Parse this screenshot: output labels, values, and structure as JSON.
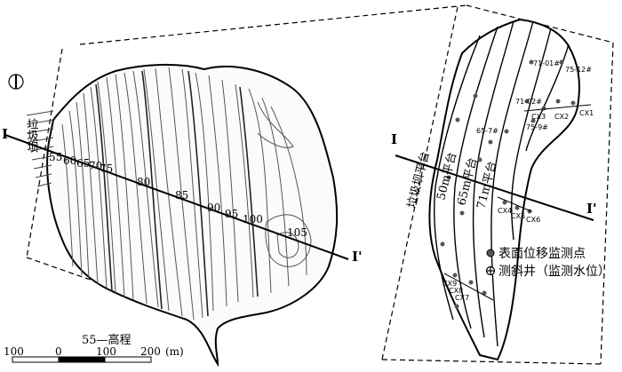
{
  "left_map": {
    "dam_label": "垃圾坝",
    "section_label_left": "I",
    "section_label_right": "I'",
    "contours": [
      "55",
      "60",
      "65",
      "70",
      "75",
      "80",
      "85",
      "90",
      "95",
      "100",
      "105"
    ]
  },
  "right_map": {
    "section_label_left": "I",
    "section_label_right": "I'",
    "platforms": [
      "垃圾坝平台",
      "50m平台",
      "65m平台",
      "71m平台"
    ],
    "points": [
      "71-01#",
      "75-12#",
      "71-02#",
      "CX3",
      "CX2",
      "CX1",
      "75-9#",
      "65-7#",
      "CX4",
      "CX5",
      "CX6",
      "CX9",
      "CX8",
      "CX7"
    ]
  },
  "legend": {
    "items": [
      {
        "label": "表面位移监测点",
        "icon": "filled-dot-icon"
      },
      {
        "label": "测斜井（监测水位）",
        "icon": "crossed-circle-icon"
      }
    ]
  },
  "scale": {
    "elevation_label": "55—高程",
    "ticks": [
      "100",
      "0",
      "100",
      "200"
    ],
    "unit": "(m)"
  },
  "north": {
    "icon": "north-arrow-icon"
  }
}
